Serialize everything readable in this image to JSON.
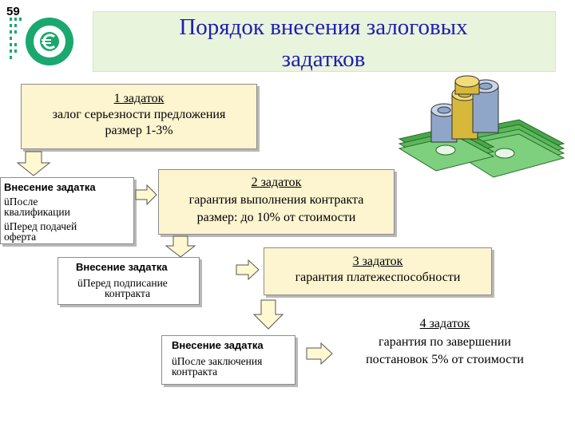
{
  "slide_number": "59",
  "title": {
    "line1": "Порядок внесения залоговых",
    "line2": "задатков"
  },
  "boxes": [
    {
      "heading": "1 задаток",
      "line2": "залог серьезности предложения",
      "line3": "размер 1-3%"
    },
    {
      "heading": "2 задаток",
      "line2": "гарантия выполнения контракта",
      "line3": "размер: до 10% от стоимости"
    },
    {
      "heading": "3 задаток",
      "line2": "гарантия платежеспособности"
    },
    {
      "heading": "4 задаток",
      "line2": "гарантия по завершении",
      "line3": "постановок 5% от стоимости"
    }
  ],
  "notes": [
    {
      "heading": "Внесение задатка",
      "items": [
        "üПосле",
        "квалификации",
        "üПеред подачей",
        "оферта"
      ]
    },
    {
      "heading": "Внесение задатка",
      "items": [
        "üПеред подписание",
        "контракта"
      ]
    },
    {
      "heading": "Внесение задатка",
      "items": [
        "üПосле заключения",
        "контракта"
      ]
    }
  ],
  "colors": {
    "title_text": "#1f1fb0",
    "title_bg": "#e9f4dc",
    "box_fill": "#fdf4d0",
    "arrow_fill": "#fff8d0",
    "logo_green": "#1aa86e"
  },
  "icons": [
    "euro-coin-icon",
    "money-stacks-icon"
  ]
}
